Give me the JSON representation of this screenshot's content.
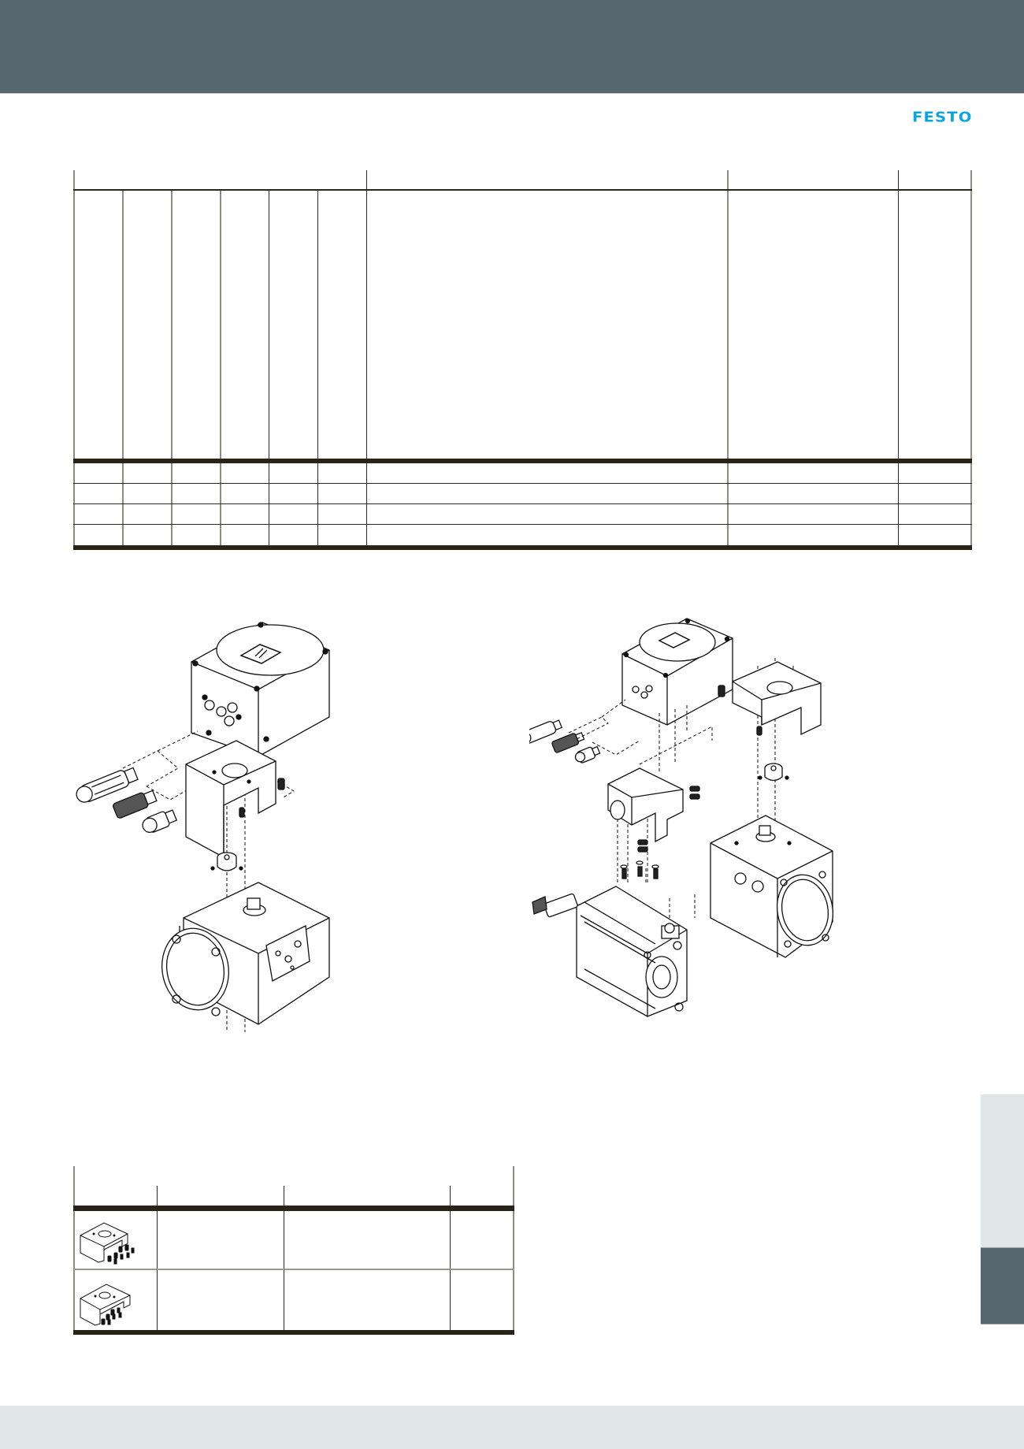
{
  "page": {
    "header": {
      "background": "#56666f"
    },
    "brand": {
      "logo_text": "FESTO",
      "logo_color": "#0aa5e0"
    },
    "footer": {
      "background": "#e0e5e8"
    },
    "side_tabs": [
      {
        "state": "inactive",
        "color": "#e0e5e8"
      },
      {
        "state": "active",
        "color": "#56666f"
      }
    ]
  },
  "spec_table": {
    "header_group_labels": [
      "",
      "",
      "",
      ""
    ],
    "sub_header_labels": [
      "",
      "",
      "",
      "",
      "",
      "",
      "",
      "",
      ""
    ],
    "rows": [
      [
        "",
        "",
        "",
        "",
        "",
        "",
        "",
        "",
        ""
      ],
      [
        "",
        "",
        "",
        "",
        "",
        "",
        "",
        "",
        ""
      ],
      [
        "",
        "",
        "",
        "",
        "",
        "",
        "",
        "",
        ""
      ],
      [
        "",
        "",
        "",
        "",
        "",
        "",
        "",
        "",
        ""
      ]
    ]
  },
  "illustrations": [
    {
      "id": "assembly-left",
      "subject": "positioner with mounting bracket on quarter-turn actuator",
      "icon": "exploded-assembly-drawing"
    },
    {
      "id": "assembly-right",
      "subject": "positioner with mounting brackets for linear cylinder and quarter-turn actuator",
      "icon": "exploded-assembly-drawing"
    }
  ],
  "accessory_table": {
    "header_labels": [
      "",
      "",
      "",
      ""
    ],
    "rows": [
      {
        "image": "mounting-bracket-kit-thumbnail",
        "cells": [
          "",
          "",
          ""
        ]
      },
      {
        "image": "mounting-bracket-kit-thumbnail",
        "cells": [
          "",
          "",
          ""
        ]
      }
    ]
  }
}
